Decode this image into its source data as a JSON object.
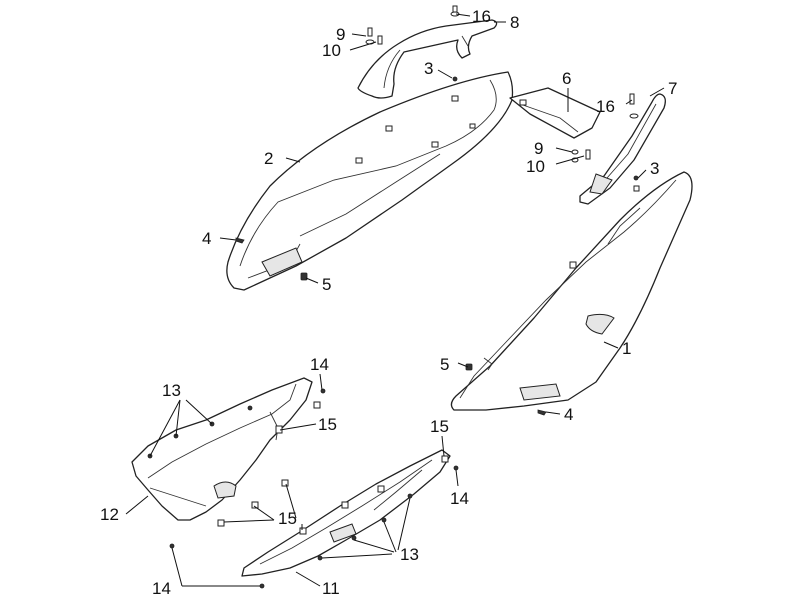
{
  "callouts": {
    "c1": "1",
    "c2": "2",
    "c3a": "3",
    "c3b": "3",
    "c4a": "4",
    "c4b": "4",
    "c5a": "5",
    "c5b": "5",
    "c6": "6",
    "c7": "7",
    "c8": "8",
    "c9a": "9",
    "c9b": "9",
    "c10a": "10",
    "c10b": "10",
    "c11": "11",
    "c12": "12",
    "c13a": "13",
    "c13b": "13",
    "c14a": "14",
    "c14b": "14",
    "c14c": "14",
    "c15a": "15",
    "c15b": "15",
    "c15c": "15",
    "c16a": "16",
    "c16b": "16"
  }
}
